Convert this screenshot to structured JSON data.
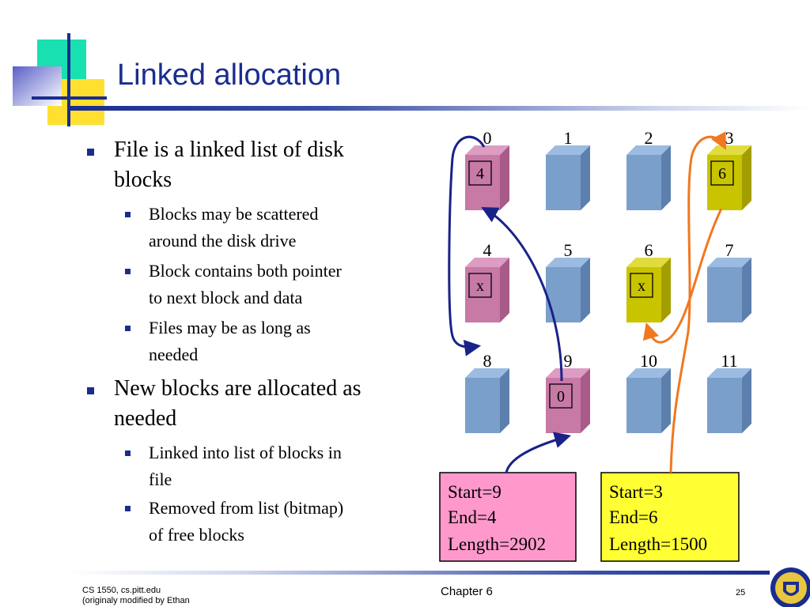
{
  "slide": {
    "title": "Linked allocation",
    "bullets": [
      {
        "text": "File is a linked list of disk blocks",
        "line1": "File is a linked list of disk",
        "line2": "blocks",
        "subs": [
          {
            "line1": "Blocks may be scattered",
            "line2": "around the disk drive"
          },
          {
            "line1": "Block contains both pointer",
            "line2": "to next block and data"
          },
          {
            "line1": "Files may be as long as",
            "line2": "needed"
          }
        ]
      },
      {
        "line1": "New blocks are allocated as",
        "line2": "needed",
        "subs": [
          {
            "line1": "Linked into list of blocks in",
            "line2": "file"
          },
          {
            "line1": "Removed from list (bitmap)",
            "line2": "of free blocks"
          }
        ]
      }
    ],
    "footer": {
      "left_line1": "CS 1550, cs.pitt.edu",
      "left_line2": "(originaly modified by Ethan",
      "center": "Chapter 6",
      "page": "25"
    }
  },
  "diagram": {
    "blocks": [
      {
        "label": "0",
        "pointer": "4",
        "file": "A"
      },
      {
        "label": "1",
        "pointer": "",
        "file": ""
      },
      {
        "label": "2",
        "pointer": "",
        "file": ""
      },
      {
        "label": "3",
        "pointer": "6",
        "file": "B"
      },
      {
        "label": "4",
        "pointer": "x",
        "file": "A"
      },
      {
        "label": "5",
        "pointer": "",
        "file": ""
      },
      {
        "label": "6",
        "pointer": "x",
        "file": "B"
      },
      {
        "label": "7",
        "pointer": "",
        "file": ""
      },
      {
        "label": "8",
        "pointer": "",
        "file": ""
      },
      {
        "label": "9",
        "pointer": "0",
        "file": "A"
      },
      {
        "label": "10",
        "pointer": "",
        "file": ""
      },
      {
        "label": "11",
        "pointer": "",
        "file": ""
      }
    ],
    "file_entries": [
      {
        "id": "A",
        "start": "Start=9",
        "end": "End=4",
        "length": "Length=2902"
      },
      {
        "id": "B",
        "start": "Start=3",
        "end": "End=6",
        "length": "Length=1500"
      }
    ],
    "colors": {
      "free_front": "#7a9fcb",
      "free_side": "#5c7fae",
      "free_top": "#9bbbe0",
      "fileA_front": "#c77aa6",
      "fileA_side": "#a85b88",
      "fileA_top": "#dd9cc2",
      "fileB_front": "#c9c400",
      "fileB_side": "#a39e00",
      "fileB_top": "#e0dc40",
      "fileA_box": "#ff99cc",
      "fileB_box": "#ffff33",
      "link_A": "#1a2288",
      "link_B": "#f07820",
      "accent": "#1a2d8f"
    }
  }
}
